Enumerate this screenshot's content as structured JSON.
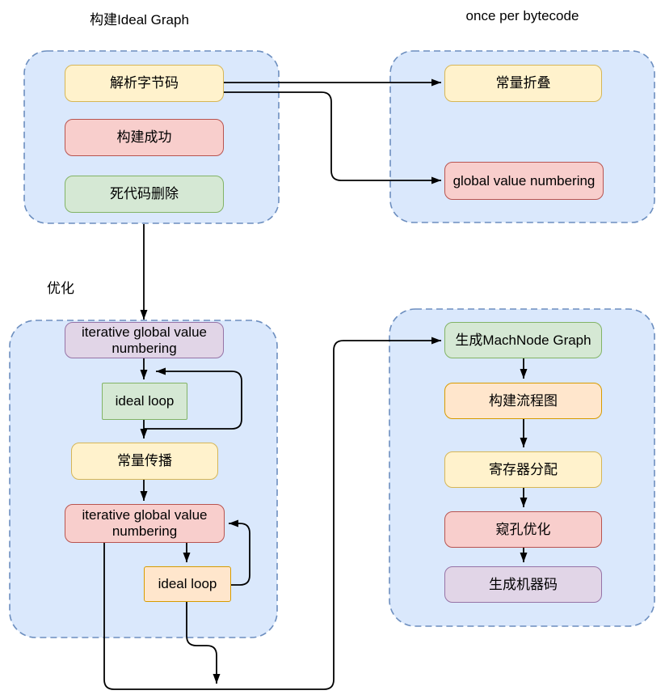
{
  "titles": [
    {
      "id": "build-ideal-graph",
      "text": "构建Ideal Graph"
    },
    {
      "id": "once-per-bytecode",
      "text": "once per bytecode"
    },
    {
      "id": "optimize",
      "text": "优化"
    }
  ],
  "palette": {
    "container_fill": "#dae8fc",
    "container_stroke": "#6c8ebf",
    "yellow_fill": "#fff2cc",
    "yellow_stroke": "#d6b656",
    "red_fill": "#f8cecc",
    "red_stroke": "#b85450",
    "green_fill": "#d5e8d4",
    "green_stroke": "#82b366",
    "orange_fill": "#ffe6cc",
    "orange_stroke": "#d79b00",
    "purple_fill": "#e1d5e7",
    "purple_stroke": "#9673a6",
    "arrow": "#000000"
  },
  "nodes": [
    {
      "id": "parse-bytecode",
      "label": "解析字节码",
      "color": "yellow"
    },
    {
      "id": "build-success",
      "label": "构建成功",
      "color": "red"
    },
    {
      "id": "dead-code-elimination",
      "label": "死代码删除",
      "color": "green"
    },
    {
      "id": "constant-folding",
      "label": "常量折叠",
      "color": "yellow"
    },
    {
      "id": "global-value-numbering",
      "label": "global value numbering",
      "color": "red"
    },
    {
      "id": "iterative-gvn-1",
      "label": "iterative global value numbering",
      "color": "purple"
    },
    {
      "id": "ideal-loop-1",
      "label": "ideal loop",
      "color": "green"
    },
    {
      "id": "constant-propagation",
      "label": "常量传播",
      "color": "yellow"
    },
    {
      "id": "iterative-gvn-2",
      "label": "iterative global value numbering",
      "color": "red"
    },
    {
      "id": "ideal-loop-2",
      "label": "ideal loop",
      "color": "orange"
    },
    {
      "id": "gen-machnode-graph",
      "label": "生成MachNode Graph",
      "color": "green"
    },
    {
      "id": "build-flow-graph",
      "label": "构建流程图",
      "color": "orange"
    },
    {
      "id": "register-allocation",
      "label": "寄存器分配",
      "color": "yellow"
    },
    {
      "id": "peephole-optimization",
      "label": "窥孔优化",
      "color": "red"
    },
    {
      "id": "gen-machine-code",
      "label": "生成机器码",
      "color": "purple"
    }
  ],
  "groups": [
    {
      "id": "group-build-ideal-graph",
      "title": "构建Ideal Graph"
    },
    {
      "id": "group-once-per-bytecode",
      "title": "once per bytecode"
    },
    {
      "id": "group-optimize",
      "title": "优化"
    },
    {
      "id": "group-codegen",
      "title": ""
    }
  ],
  "edges": [
    {
      "from": "parse-bytecode",
      "to": "constant-folding"
    },
    {
      "from": "parse-bytecode",
      "to": "global-value-numbering"
    },
    {
      "from": "group-build-ideal-graph",
      "to": "iterative-gvn-1"
    },
    {
      "from": "iterative-gvn-1",
      "to": "ideal-loop-1"
    },
    {
      "from": "ideal-loop-1",
      "to": "ideal-loop-1",
      "type": "loop"
    },
    {
      "from": "ideal-loop-1",
      "to": "constant-propagation"
    },
    {
      "from": "constant-propagation",
      "to": "iterative-gvn-2"
    },
    {
      "from": "iterative-gvn-2",
      "to": "ideal-loop-2"
    },
    {
      "from": "ideal-loop-2",
      "to": "iterative-gvn-2",
      "type": "loop"
    },
    {
      "from": "iterative-gvn-2",
      "to": "gen-machnode-graph"
    },
    {
      "from": "ideal-loop-2",
      "to": "gen-machnode-graph",
      "type": "merge"
    },
    {
      "from": "gen-machnode-graph",
      "to": "build-flow-graph"
    },
    {
      "from": "build-flow-graph",
      "to": "register-allocation"
    },
    {
      "from": "register-allocation",
      "to": "peephole-optimization"
    },
    {
      "from": "peephole-optimization",
      "to": "gen-machine-code"
    }
  ]
}
